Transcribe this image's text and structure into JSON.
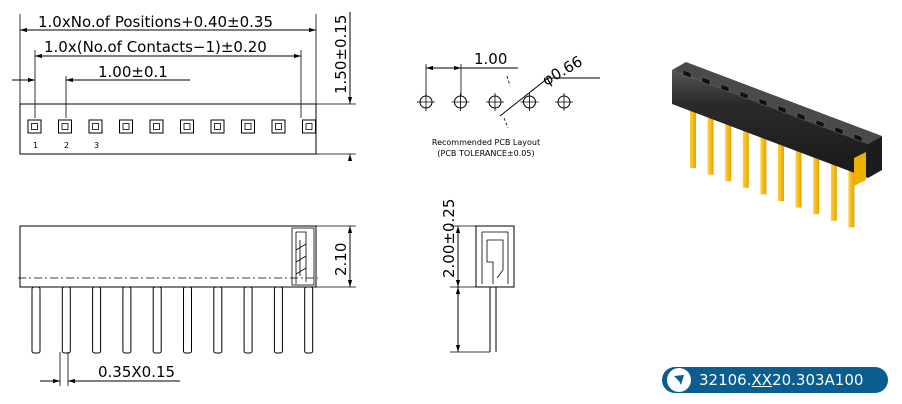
{
  "top_view": {
    "dim_overall": "1.0xNo.of  Positions+0.40±0.35",
    "dim_contacts": "1.0x(No.of  Contacts−1)±0.20",
    "dim_pitch": "1.00±0.1",
    "dim_height": "1.50±0.15",
    "pin_labels": [
      "1",
      "2",
      "3"
    ]
  },
  "side_view": {
    "dim_height": "2.10",
    "dim_pin": "0.35X0.15"
  },
  "pcb_layout": {
    "dim_pitch": "1.00",
    "dim_hole": "φ0.66",
    "caption_line1": "Recommended PCB Layout",
    "caption_line2": "(PCB TOLERANCE±0.05)"
  },
  "end_view": {
    "dim_height": "2.00±0.25"
  },
  "part_number": {
    "prefix": "32106.",
    "variable": "XX",
    "suffix": "20.303A100"
  },
  "colors": {
    "badge": "#0a5d8f",
    "pin_gold": "#f5b800",
    "housing": "#2a2a2a"
  }
}
